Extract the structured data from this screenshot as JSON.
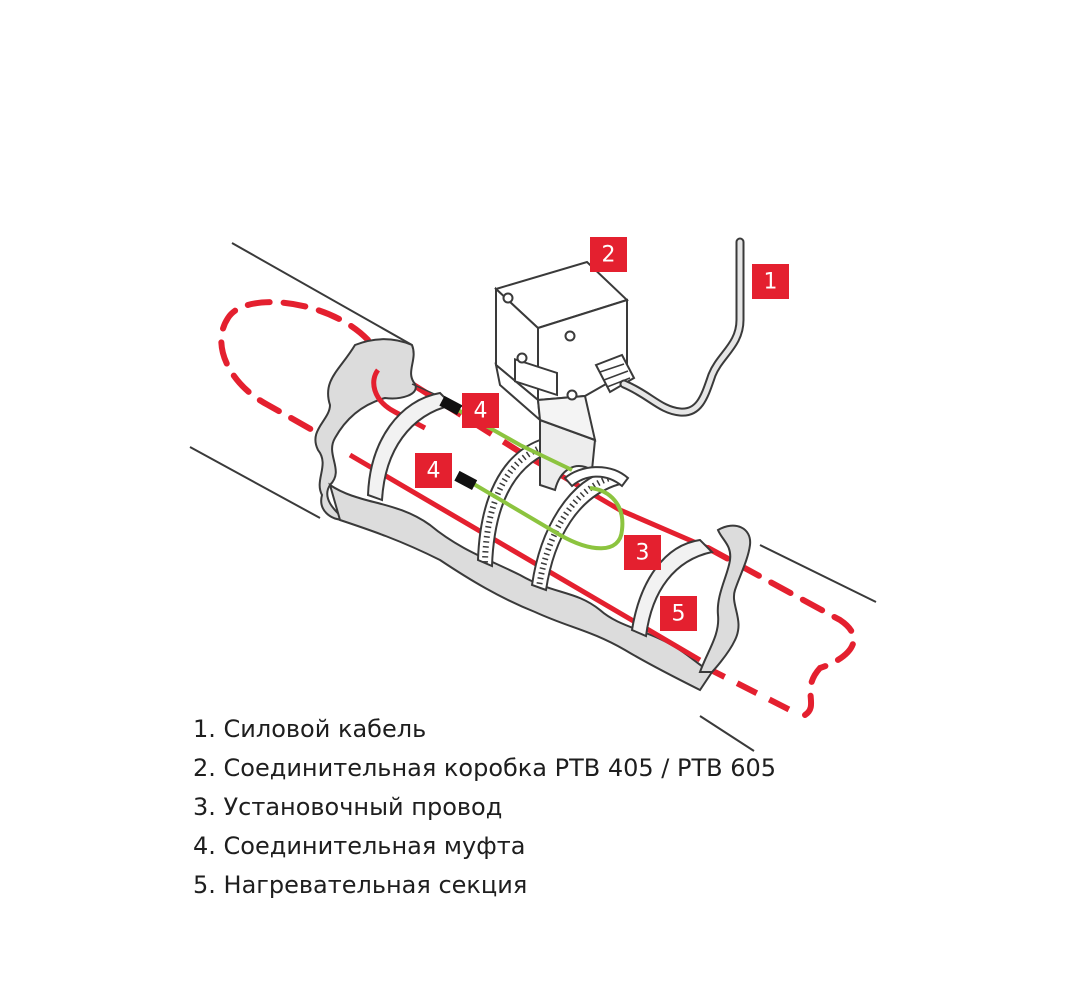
{
  "colors": {
    "accent_red": "#e4202f",
    "wire_green": "#8cc43f",
    "outline": "#3a3a3a",
    "insulation": "#dcdcdc",
    "text": "#1e1e1e"
  },
  "callouts": {
    "power_cable": "1",
    "junction_box": "2",
    "installation_wire": "3",
    "connector_upper": "4",
    "connector_lower": "4",
    "heating_section": "5"
  },
  "legend": [
    {
      "text": "1. Силовой кабель"
    },
    {
      "text": "2. Соединительная коробка PTB 405 / PTB 605"
    },
    {
      "text": "3. Установочный провод"
    },
    {
      "text": "4. Соединительная муфта"
    },
    {
      "text": "5. Нагревательная секция"
    }
  ]
}
